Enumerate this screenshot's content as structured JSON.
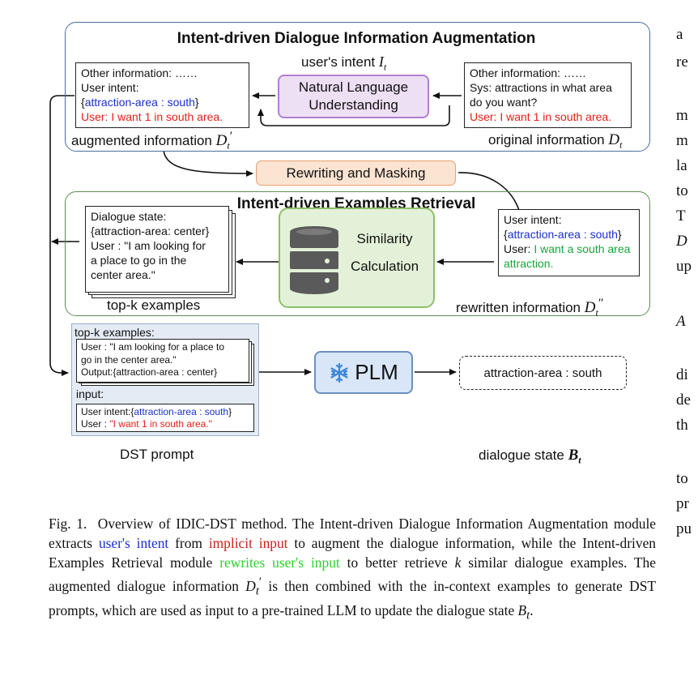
{
  "diagram": {
    "section1": {
      "title": "Intent-driven Dialogue Information Augmentation",
      "users_intent_label": "user's intent",
      "users_intent_symbol": "I",
      "users_intent_sub": "t",
      "nlu_line1": "Natural Language",
      "nlu_line2": "Understanding",
      "augmented_box": {
        "line1": "Other information: ……",
        "line2": "User intent:",
        "line3_open": "{",
        "line3_blue": "attraction-area : south",
        "line3_close": "}",
        "line4_red": "User: I want 1 in south area."
      },
      "original_box": {
        "line1": "Other information: ……",
        "line2": "Sys: attractions in what area",
        "line3": "do you want?",
        "line4_red": "User: I want 1 in south area."
      },
      "augmented_label": "augmented information",
      "augmented_symbol": "D",
      "augmented_sub": "t",
      "augmented_prime": "′",
      "original_label": "original information",
      "original_symbol": "D",
      "original_sub": "t"
    },
    "rewriting_label": "Rewriting and Masking",
    "section2": {
      "title": "Intent-driven Examples Retrieval",
      "examples_box": {
        "line1": "Dialogue state:",
        "line2": "{attraction-area: center}",
        "line3": "User : \"I am looking for",
        "line4": "a place to go in the",
        "line5": "center area.\""
      },
      "similarity_line1": "Similarity",
      "similarity_line2": "Calculation",
      "rewritten_box": {
        "line1": "User intent:",
        "line2_open": "{",
        "line2_blue": "attraction-area : south",
        "line2_close": "}",
        "line3_prefix": "User: ",
        "line3_green": "I want a south area",
        "line4_green": "attraction."
      },
      "topk_label": "top-k examples",
      "rewritten_label": "rewritten information",
      "rewritten_symbol": "D",
      "rewritten_sub": "t",
      "rewritten_prime": "″"
    },
    "prompt": {
      "topk_header": "top-k examples:",
      "example_line1": "User : \"I am looking for a place to",
      "example_line2": "go in the center area.\"",
      "example_line3": "Output:{attraction-area : center}",
      "input_header": "input:",
      "input_line1_prefix": "User intent:{",
      "input_line1_blue": "attraction-area : south",
      "input_line1_close": "}",
      "input_line2_prefix": "User : ",
      "input_line2_red": "\"I want 1 in south area.\"",
      "caption": "DST prompt"
    },
    "plm_label": "PLM",
    "output_value": "attraction-area : south",
    "dialogue_state_label": "dialogue state",
    "dialogue_state_symbol": "B",
    "dialogue_state_sub": "t"
  },
  "caption": {
    "fig_label": "Fig. 1.",
    "text_1": "Overview of IDIC-DST method. The Intent-driven Dialogue Information Augmentation module extracts",
    "blue_1": "user's intent",
    "text_2": "from",
    "red_1": "implicit input",
    "text_3": "to augment the dialogue information, while the Intent-driven Examples Retrieval module",
    "green_1": "rewrites user's input",
    "text_4": "to better retrieve",
    "k_symbol": "k",
    "text_5": "similar dialogue examples. The augmented dialogue information",
    "d_symbol": "D",
    "d_sub": "t",
    "d_prime": "′",
    "text_6": "is then combined with the in-context examples to generate DST prompts, which are used as input to a pre-trained LLM to update the dialogue state",
    "b_symbol": "B",
    "b_sub": "t",
    "text_end": "."
  },
  "right_column": [
    "a",
    "re",
    "m",
    "m",
    "la",
    "to",
    "T",
    "D",
    "up",
    "A",
    "di",
    "de",
    "th",
    "to",
    "pr",
    "pu"
  ]
}
